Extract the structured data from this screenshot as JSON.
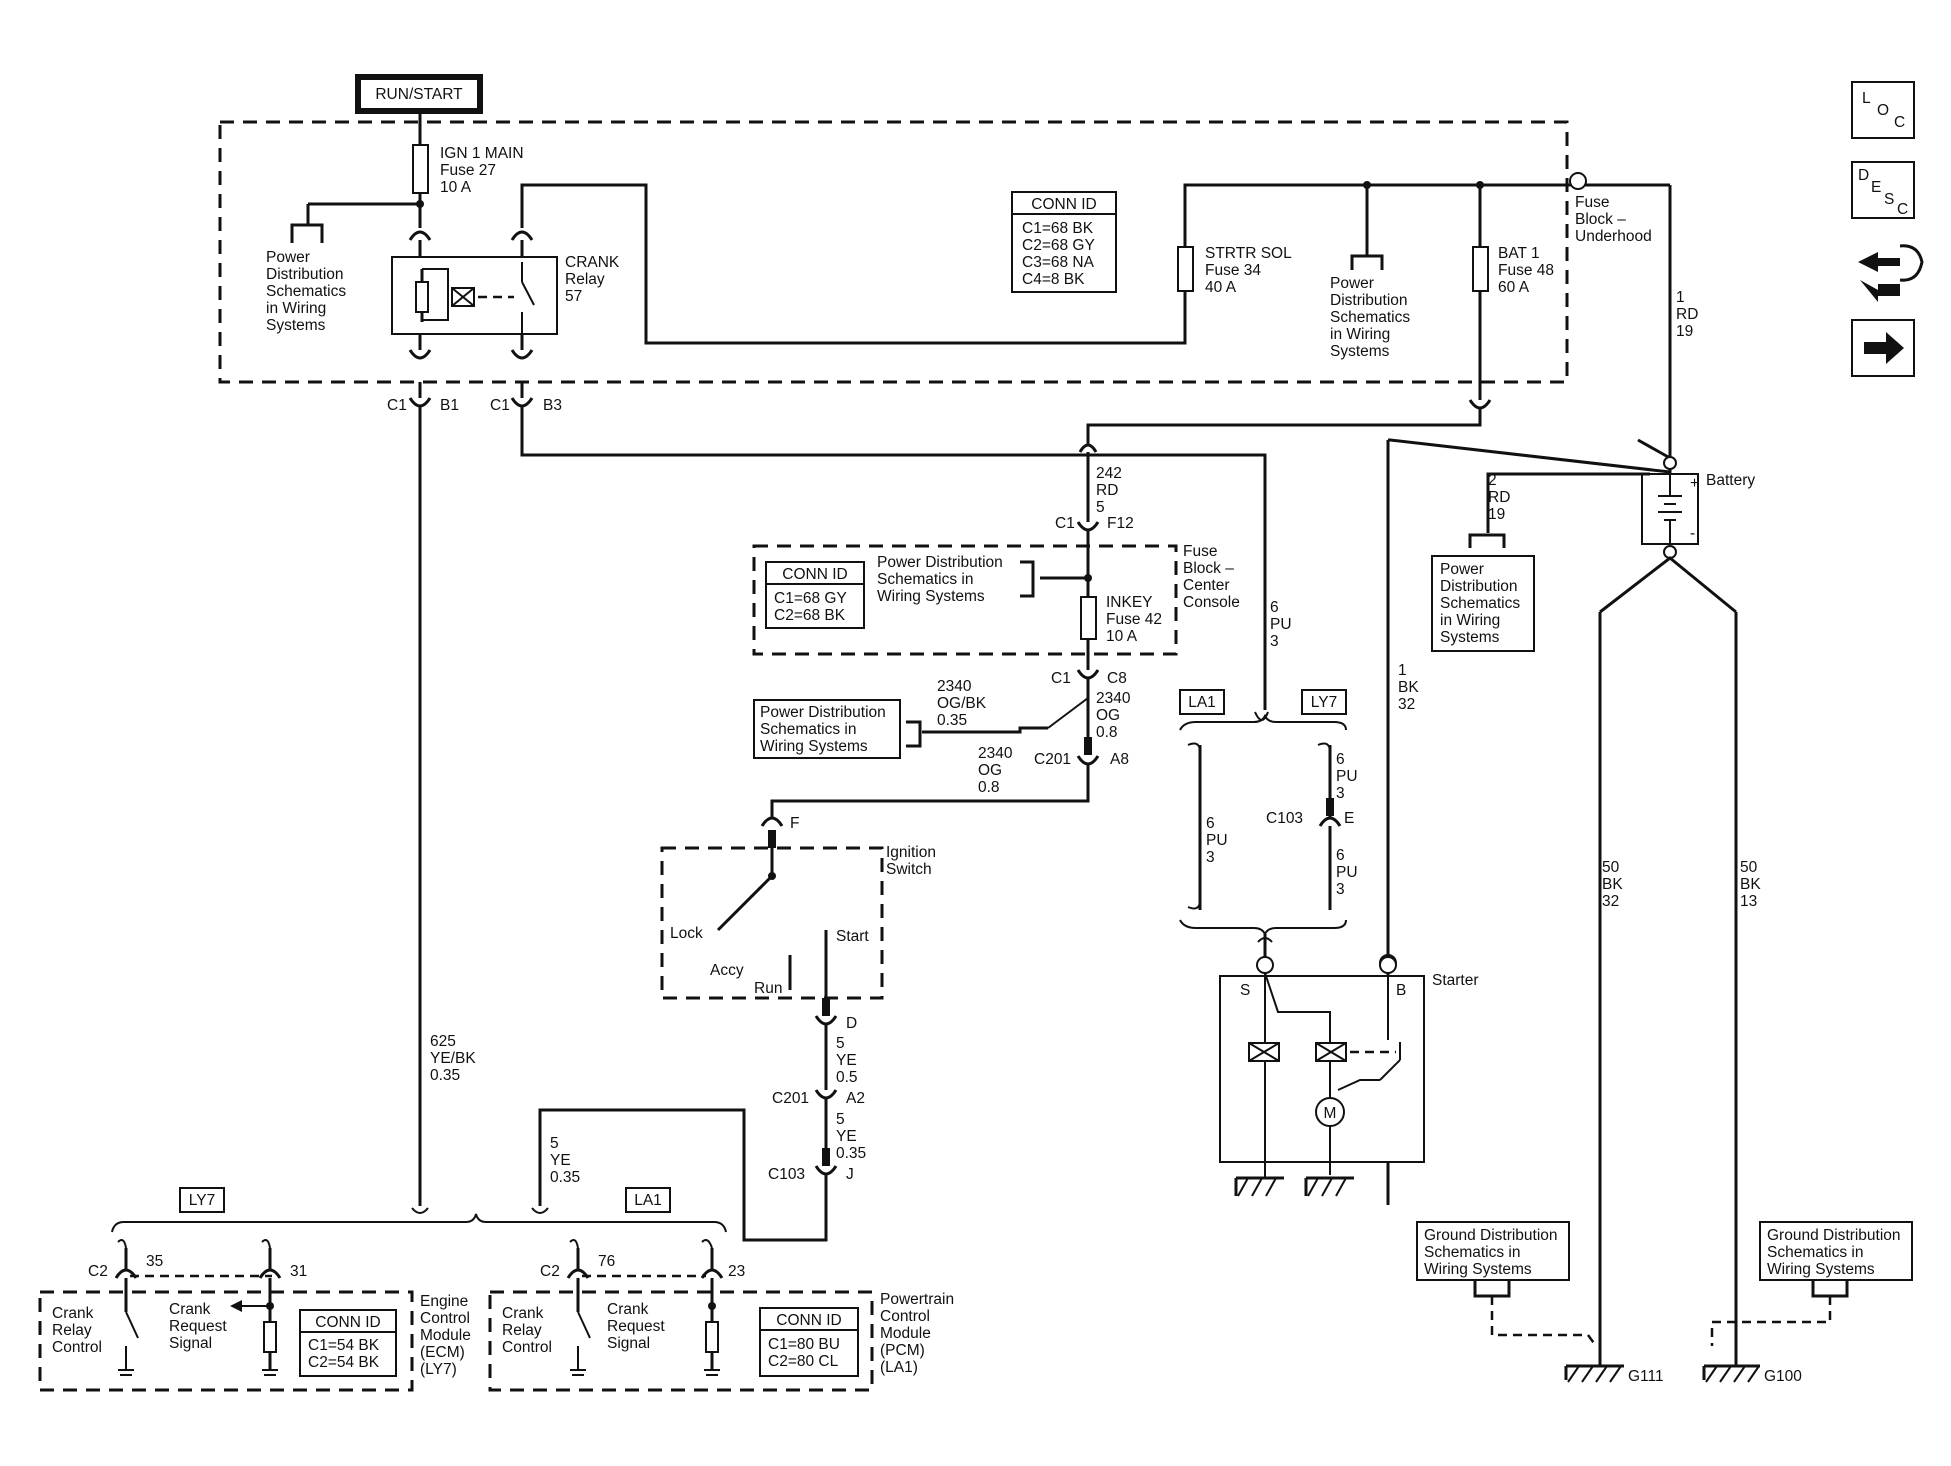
{
  "title_box": "RUN/START",
  "fuse_ign1": [
    "IGN 1 MAIN",
    "Fuse 27",
    "10 A"
  ],
  "crank_relay": [
    "CRANK",
    "Relay",
    "57"
  ],
  "pds_top_left": [
    "Power",
    "Distribution",
    "Schematics",
    "in Wiring",
    "Systems"
  ],
  "conn_id_top": [
    "CONN ID",
    "C1=68 BK",
    "C2=68 GY",
    "C3=68 NA",
    "C4=8 BK"
  ],
  "fuse_strtr": [
    "STRTR SOL",
    "Fuse 34",
    "40 A"
  ],
  "pds_top_mid": [
    "Power",
    "Distribution",
    "Schematics",
    "in Wiring",
    "Systems"
  ],
  "fuse_bat1": [
    "BAT 1",
    "Fuse 48",
    "60 A"
  ],
  "fuse_block_underhood": [
    "Fuse",
    "Block –",
    "Underhood"
  ],
  "wire_1rd19": [
    "1",
    "RD",
    "19"
  ],
  "conn_c1_b1": [
    "C1",
    "B1"
  ],
  "conn_c1_b3": [
    "C1",
    "B3"
  ],
  "battery": "Battery",
  "wire_2rd19": [
    "2",
    "RD",
    "19"
  ],
  "pds_battery": [
    "Power",
    "Distribution",
    "Schematics",
    "in Wiring",
    "Systems"
  ],
  "wire_242": [
    "242",
    "RD",
    "5"
  ],
  "conn_c1_f12": [
    "C1",
    "F12"
  ],
  "conn_id_center": [
    "CONN ID",
    "C1=68 GY",
    "C2=68 BK"
  ],
  "pds_center": [
    "Power Distribution",
    "Schematics in",
    "Wiring Systems"
  ],
  "fuse_inkey": [
    "INKEY",
    "Fuse 42",
    "10 A"
  ],
  "fuse_block_center": [
    "Fuse",
    "Block –",
    "Center",
    "Console"
  ],
  "wire_6pu3_top": [
    "6",
    "PU",
    "3"
  ],
  "conn_c1_c8": [
    "C1",
    "C8"
  ],
  "pds_left_mid": [
    "Power Distribution",
    "Schematics in",
    "Wiring Systems"
  ],
  "wire_2340_035": [
    "2340",
    "OG/BK",
    "0.35"
  ],
  "wire_2340_08_a": [
    "2340",
    "OG",
    "0.8"
  ],
  "wire_2340_08_b": [
    "2340",
    "OG",
    "0.8"
  ],
  "conn_c201_a8": [
    "C201",
    "A8"
  ],
  "tag_la1": "LA1",
  "tag_ly7": "LY7",
  "wire_1bk32": [
    "1",
    "BK",
    "32"
  ],
  "wire_6pu3_left": [
    "6",
    "PU",
    "3"
  ],
  "wire_6pu3_right_a": [
    "6",
    "PU",
    "3"
  ],
  "wire_6pu3_right_b": [
    "6",
    "PU",
    "3"
  ],
  "conn_c103_e": [
    "C103",
    "E"
  ],
  "ignition_switch": [
    "Ignition",
    "Switch"
  ],
  "switch_positions": {
    "lock": "Lock",
    "accy": "Accy",
    "run": "Run",
    "start": "Start"
  },
  "conn_f": "F",
  "conn_d": "D",
  "wire_5ye05": [
    "5",
    "YE",
    "0.5"
  ],
  "conn_c201_a2": [
    "C201",
    "A2"
  ],
  "wire_5ye035_a": [
    "5",
    "YE",
    "0.35"
  ],
  "conn_c103_j": [
    "C103",
    "J"
  ],
  "wire_625": [
    "625",
    "YE/BK",
    "0.35"
  ],
  "wire_5ye035_b": [
    "5",
    "YE",
    "0.35"
  ],
  "starter": {
    "label": "Starter",
    "s": "S",
    "b": "B",
    "m": "M"
  },
  "wire_50bk32": [
    "50",
    "BK",
    "32"
  ],
  "wire_50bk13": [
    "50",
    "BK",
    "13"
  ],
  "gds_left": [
    "Ground Distribution",
    "Schematics in",
    "Wiring  Systems"
  ],
  "gds_right": [
    "Ground Distribution",
    "Schematics in",
    "Wiring  Systems"
  ],
  "ground_g111": "G111",
  "ground_g100": "G100",
  "ecm": {
    "pin_c2": "C2",
    "pin_35": "35",
    "pin_31": "31",
    "crank_relay_control": [
      "Crank",
      "Relay",
      "Control"
    ],
    "crank_request_signal": [
      "Crank",
      "Request",
      "Signal"
    ],
    "conn_id": [
      "CONN ID",
      "C1=54 BK",
      "C2=54 BK"
    ],
    "module": [
      "Engine",
      "Control",
      "Module",
      "(ECM)",
      "(LY7)"
    ]
  },
  "pcm": {
    "pin_c2": "C2",
    "pin_76": "76",
    "pin_23": "23",
    "crank_relay_control": [
      "Crank",
      "Relay",
      "Control"
    ],
    "crank_request_signal": [
      "Crank",
      "Request",
      "Signal"
    ],
    "conn_id": [
      "CONN ID",
      "C1=80 BU",
      "C2=80 CL"
    ],
    "module": [
      "Powertrain",
      "Control",
      "Module",
      "(PCM)",
      "(LA1)"
    ]
  },
  "nav": {
    "loc": [
      "L",
      "O",
      "C"
    ],
    "desc": [
      "D",
      "E",
      "S",
      "C"
    ]
  }
}
